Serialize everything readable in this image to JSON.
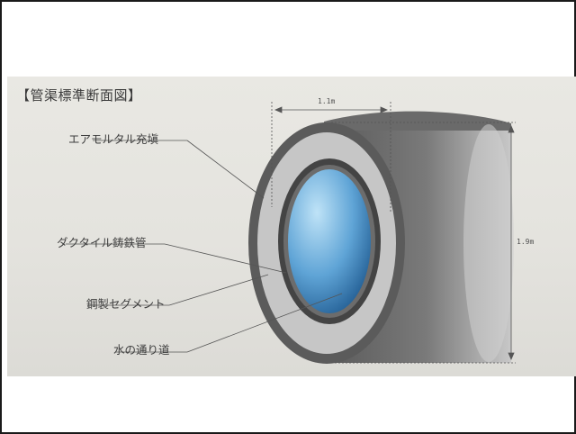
{
  "title": "【管渠標準断面図】",
  "labels": {
    "mortar_fill": "エアモルタル充塡",
    "ductile_pipe": "ダクタイル鋳鉄管",
    "steel_segment": "鋼製セグメント",
    "waterway": "水の通り道"
  },
  "dimensions": {
    "width": "1.1m",
    "height": "1.9m"
  },
  "colors": {
    "water_light": "#a9d6f2",
    "water_dark": "#2a6fa8",
    "segment": "#8f8f8f",
    "mortar": "#c9c9c9",
    "pipe_wall": "#555555"
  }
}
